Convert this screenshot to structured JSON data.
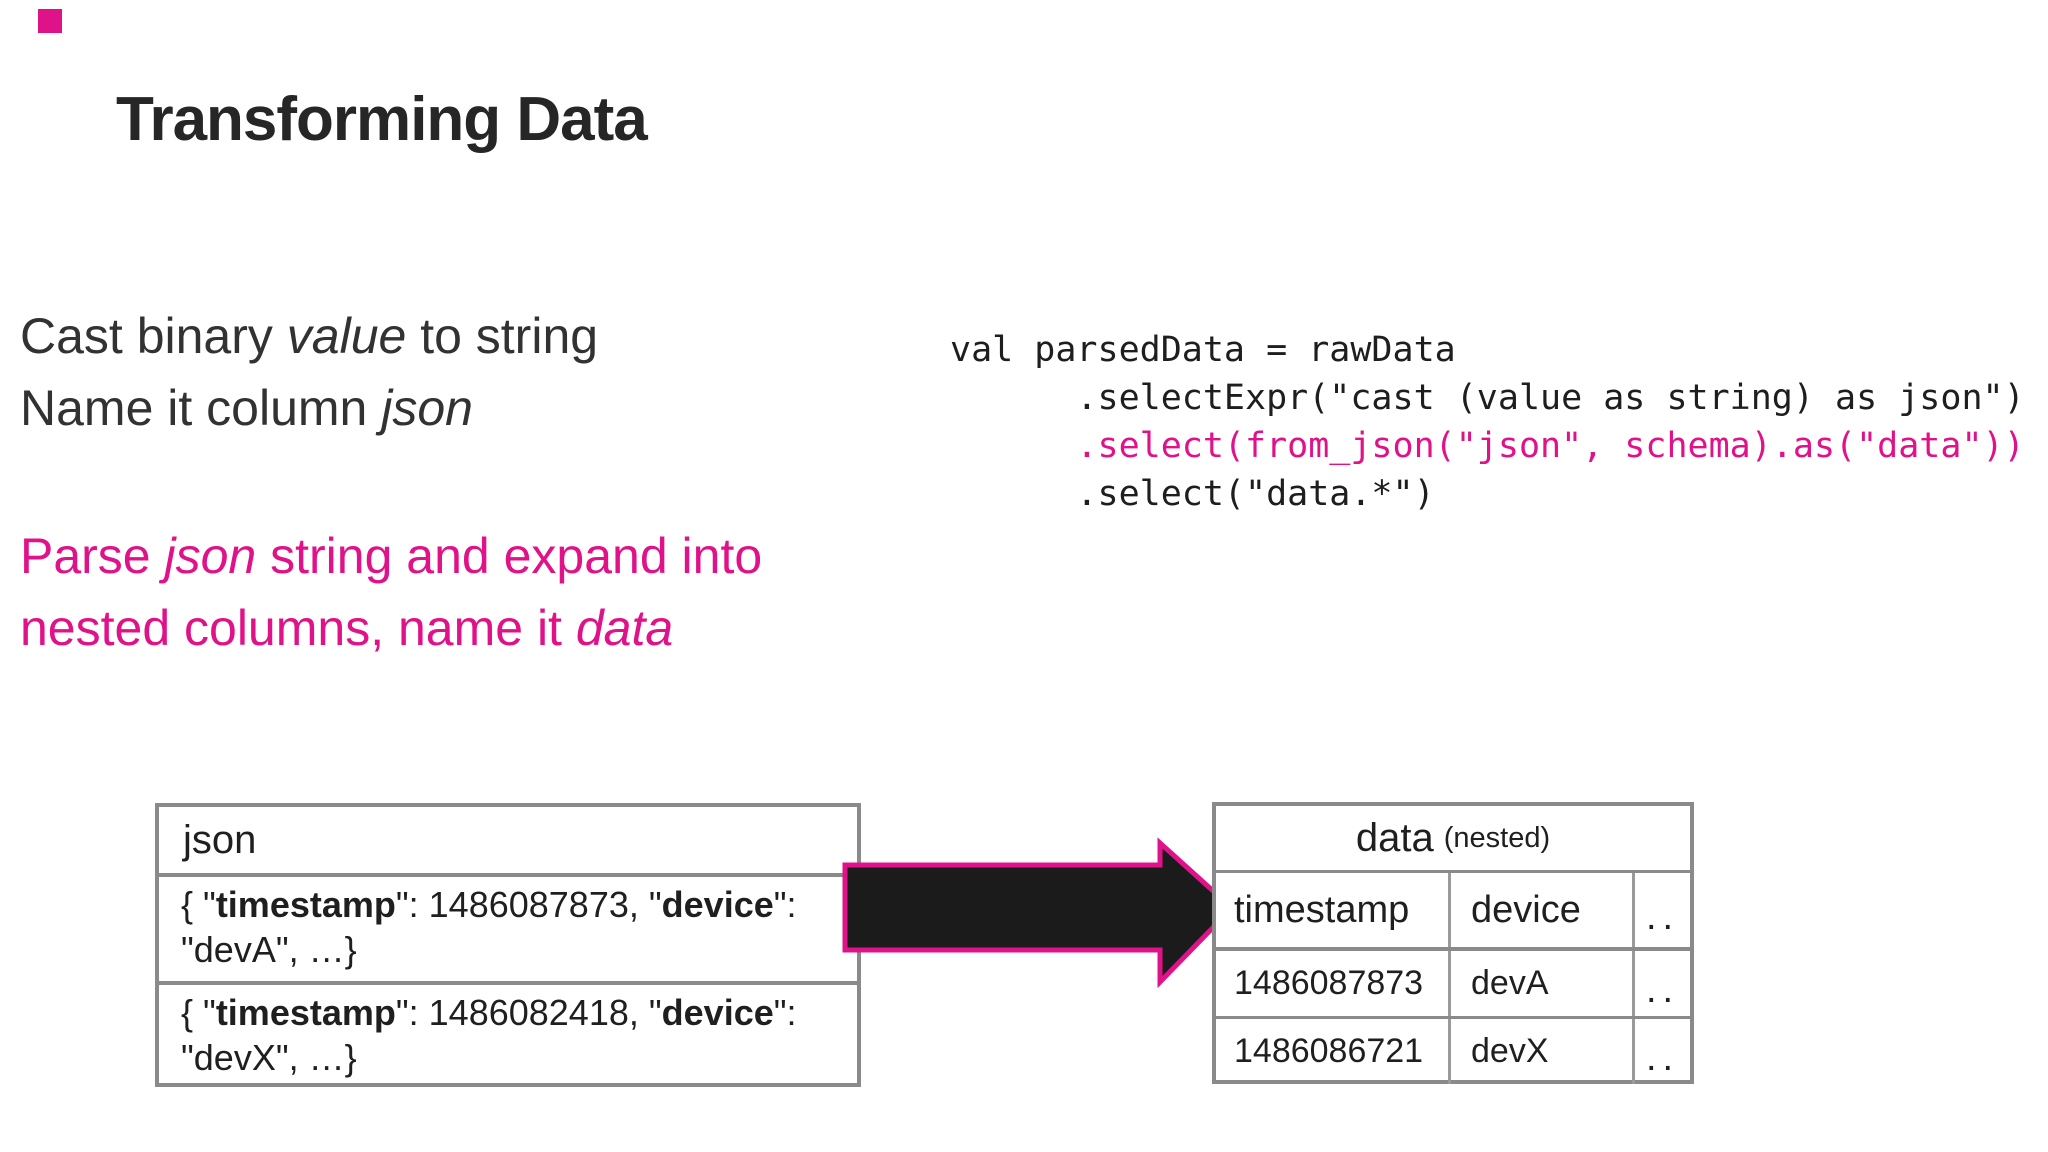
{
  "title": "Transforming Data",
  "colors": {
    "accent_pink": "#E0128A",
    "text_dark": "#2b2b2b",
    "table_border_gray": "#8a8a8a",
    "arrow_fill": "#1b1b1b"
  },
  "left_notes": {
    "note1": {
      "line1": [
        "Cast binary ",
        "value",
        " to string"
      ],
      "line2": [
        "Name it column ",
        "json"
      ]
    },
    "note2": {
      "line1": [
        "Parse ",
        "json",
        " string and expand into"
      ],
      "line2": [
        "nested columns, name it ",
        "data"
      ]
    }
  },
  "code": {
    "line1": "val parsedData = rawData",
    "line2": "      .selectExpr(\"cast (value as string) as json\")",
    "line3": "      .select(from_json(\"json\", schema).as(\"data\"))",
    "line4": "      .select(\"data.*\")"
  },
  "json_table": {
    "header": "json",
    "rows": [
      {
        "p0": "{ \"",
        "p1": "timestamp",
        "p2": "\": 1486087873, \"",
        "p3": "device",
        "p4": "\": \"devA\", …}"
      },
      {
        "p0": "{ \"",
        "p1": "timestamp",
        "p2": "\": 1486082418, \"",
        "p3": "device",
        "p4": "\": \"devX\", …}"
      }
    ]
  },
  "data_table": {
    "title": "data",
    "title_suffix": "(nested)",
    "col1": "timestamp",
    "col2": "device",
    "col3": "..",
    "rows": [
      {
        "c1": "1486087873",
        "c2": "devA",
        "c3": ".."
      },
      {
        "c1": "1486086721",
        "c2": "devX",
        "c3": ".."
      }
    ]
  }
}
